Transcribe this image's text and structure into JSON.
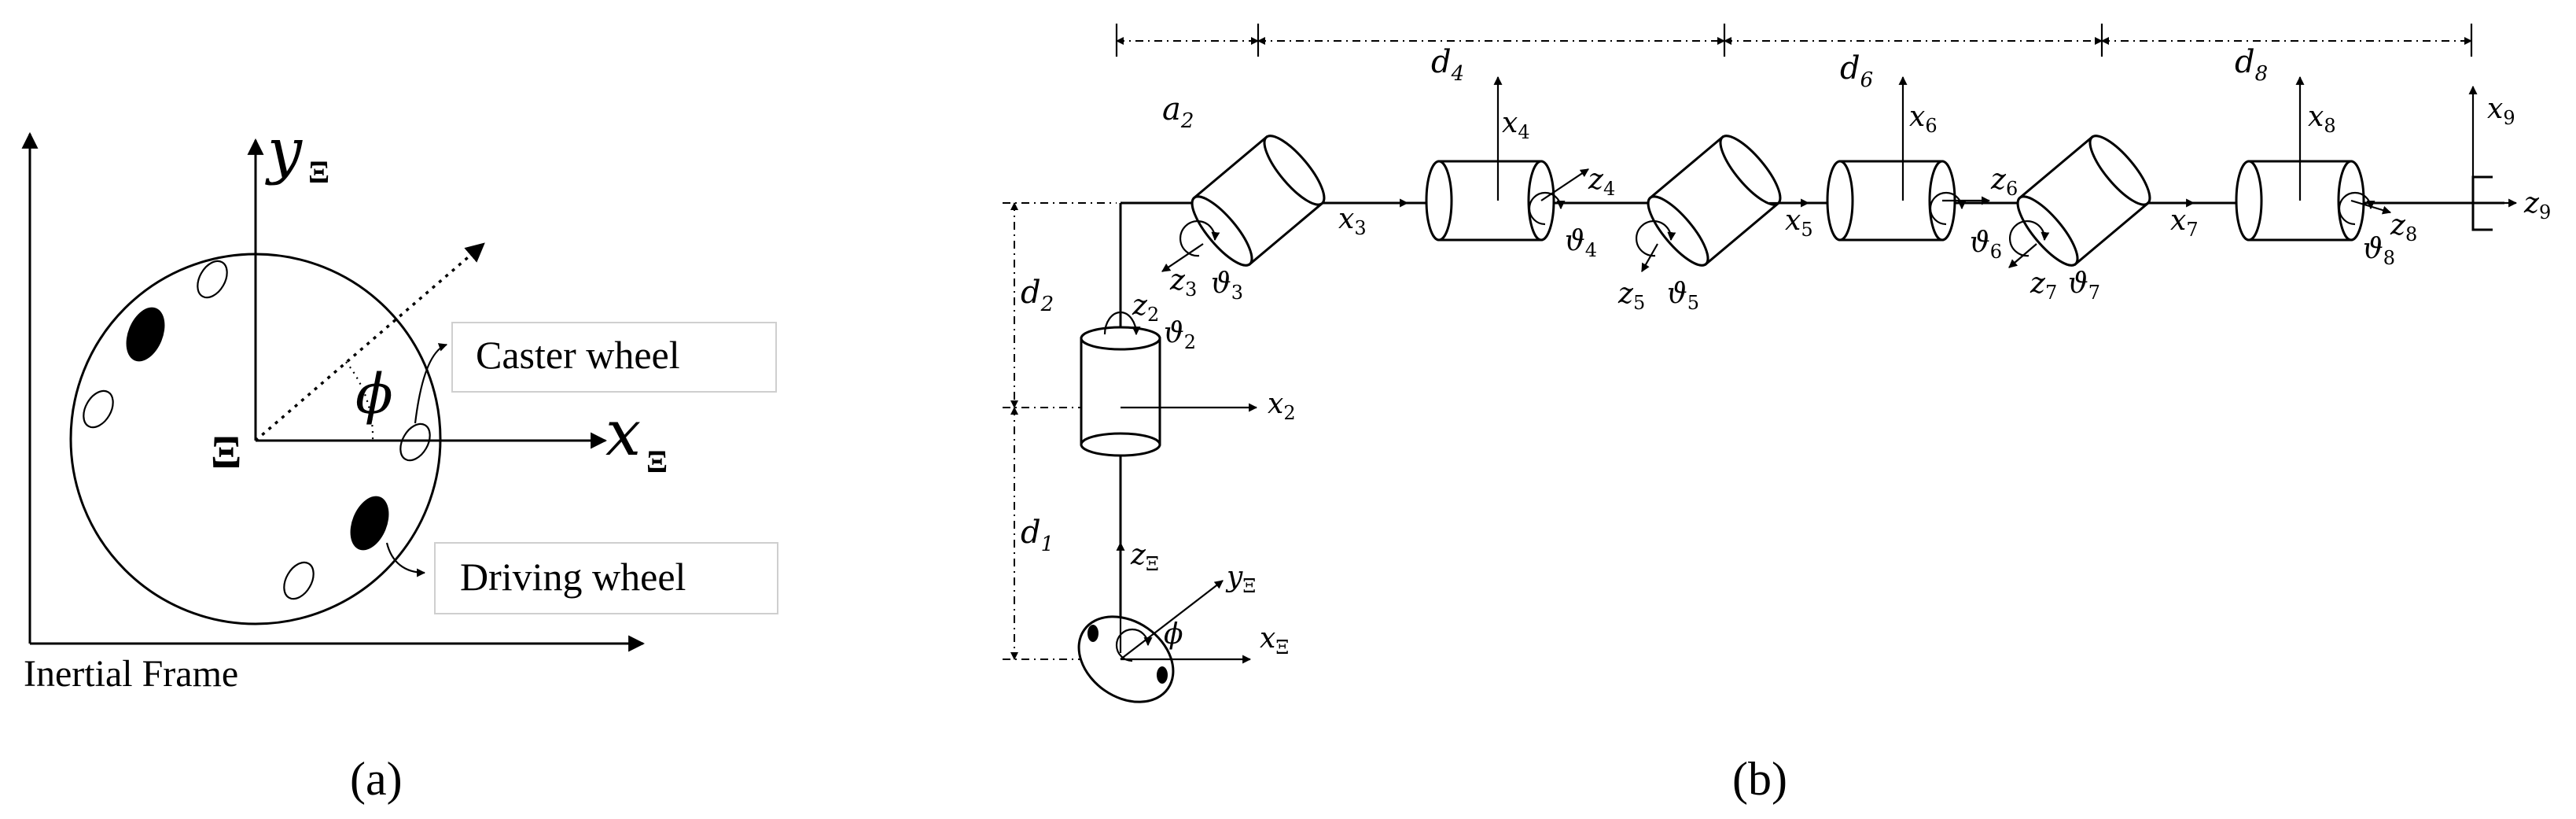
{
  "panel_a": {
    "caption": "(a)",
    "frame_label": "Inertial Frame",
    "axis_y": "y",
    "axis_y_sub": "Ξ",
    "axis_x": "x",
    "axis_x_sub": "Ξ",
    "origin_label": "Ξ",
    "angle_label": "ϕ",
    "caster_label": "Caster wheel",
    "driving_label": "Driving wheel"
  },
  "panel_b": {
    "caption": "(b)",
    "dims_top": [
      {
        "sym": "a",
        "sub": "2"
      },
      {
        "sym": "d",
        "sub": "4"
      },
      {
        "sym": "d",
        "sub": "6"
      },
      {
        "sym": "d",
        "sub": "8"
      }
    ],
    "dims_left": [
      {
        "sym": "d",
        "sub": "2"
      },
      {
        "sym": "d",
        "sub": "1"
      }
    ],
    "base": {
      "z": "z",
      "z_sub": "Ξ",
      "y": "y",
      "y_sub": "Ξ",
      "x": "x",
      "x_sub": "Ξ",
      "angle": "ϕ"
    },
    "joint2": {
      "z": "z",
      "z_sub": "2",
      "theta": "ϑ",
      "theta_sub": "2",
      "x": "x",
      "x_sub": "2"
    },
    "joints": [
      {
        "z": "z",
        "z_sub": "3",
        "theta": "ϑ",
        "theta_sub": "3",
        "x": "x",
        "x_sub": "3"
      },
      {
        "z": "z",
        "z_sub": "4",
        "theta": "ϑ",
        "theta_sub": "4",
        "x": "x",
        "x_sub": "4"
      },
      {
        "z": "z",
        "z_sub": "5",
        "theta": "ϑ",
        "theta_sub": "5",
        "x": "x",
        "x_sub": "5"
      },
      {
        "z": "z",
        "z_sub": "6",
        "theta": "ϑ",
        "theta_sub": "6",
        "x": "x",
        "x_sub": "6"
      },
      {
        "z": "z",
        "z_sub": "7",
        "theta": "ϑ",
        "theta_sub": "7",
        "x": "x",
        "x_sub": "7"
      },
      {
        "z": "z",
        "z_sub": "8",
        "theta": "ϑ",
        "theta_sub": "8",
        "x": "x",
        "x_sub": "8"
      }
    ],
    "end": {
      "x": "x",
      "x_sub": "9",
      "z": "z",
      "z_sub": "9"
    }
  }
}
